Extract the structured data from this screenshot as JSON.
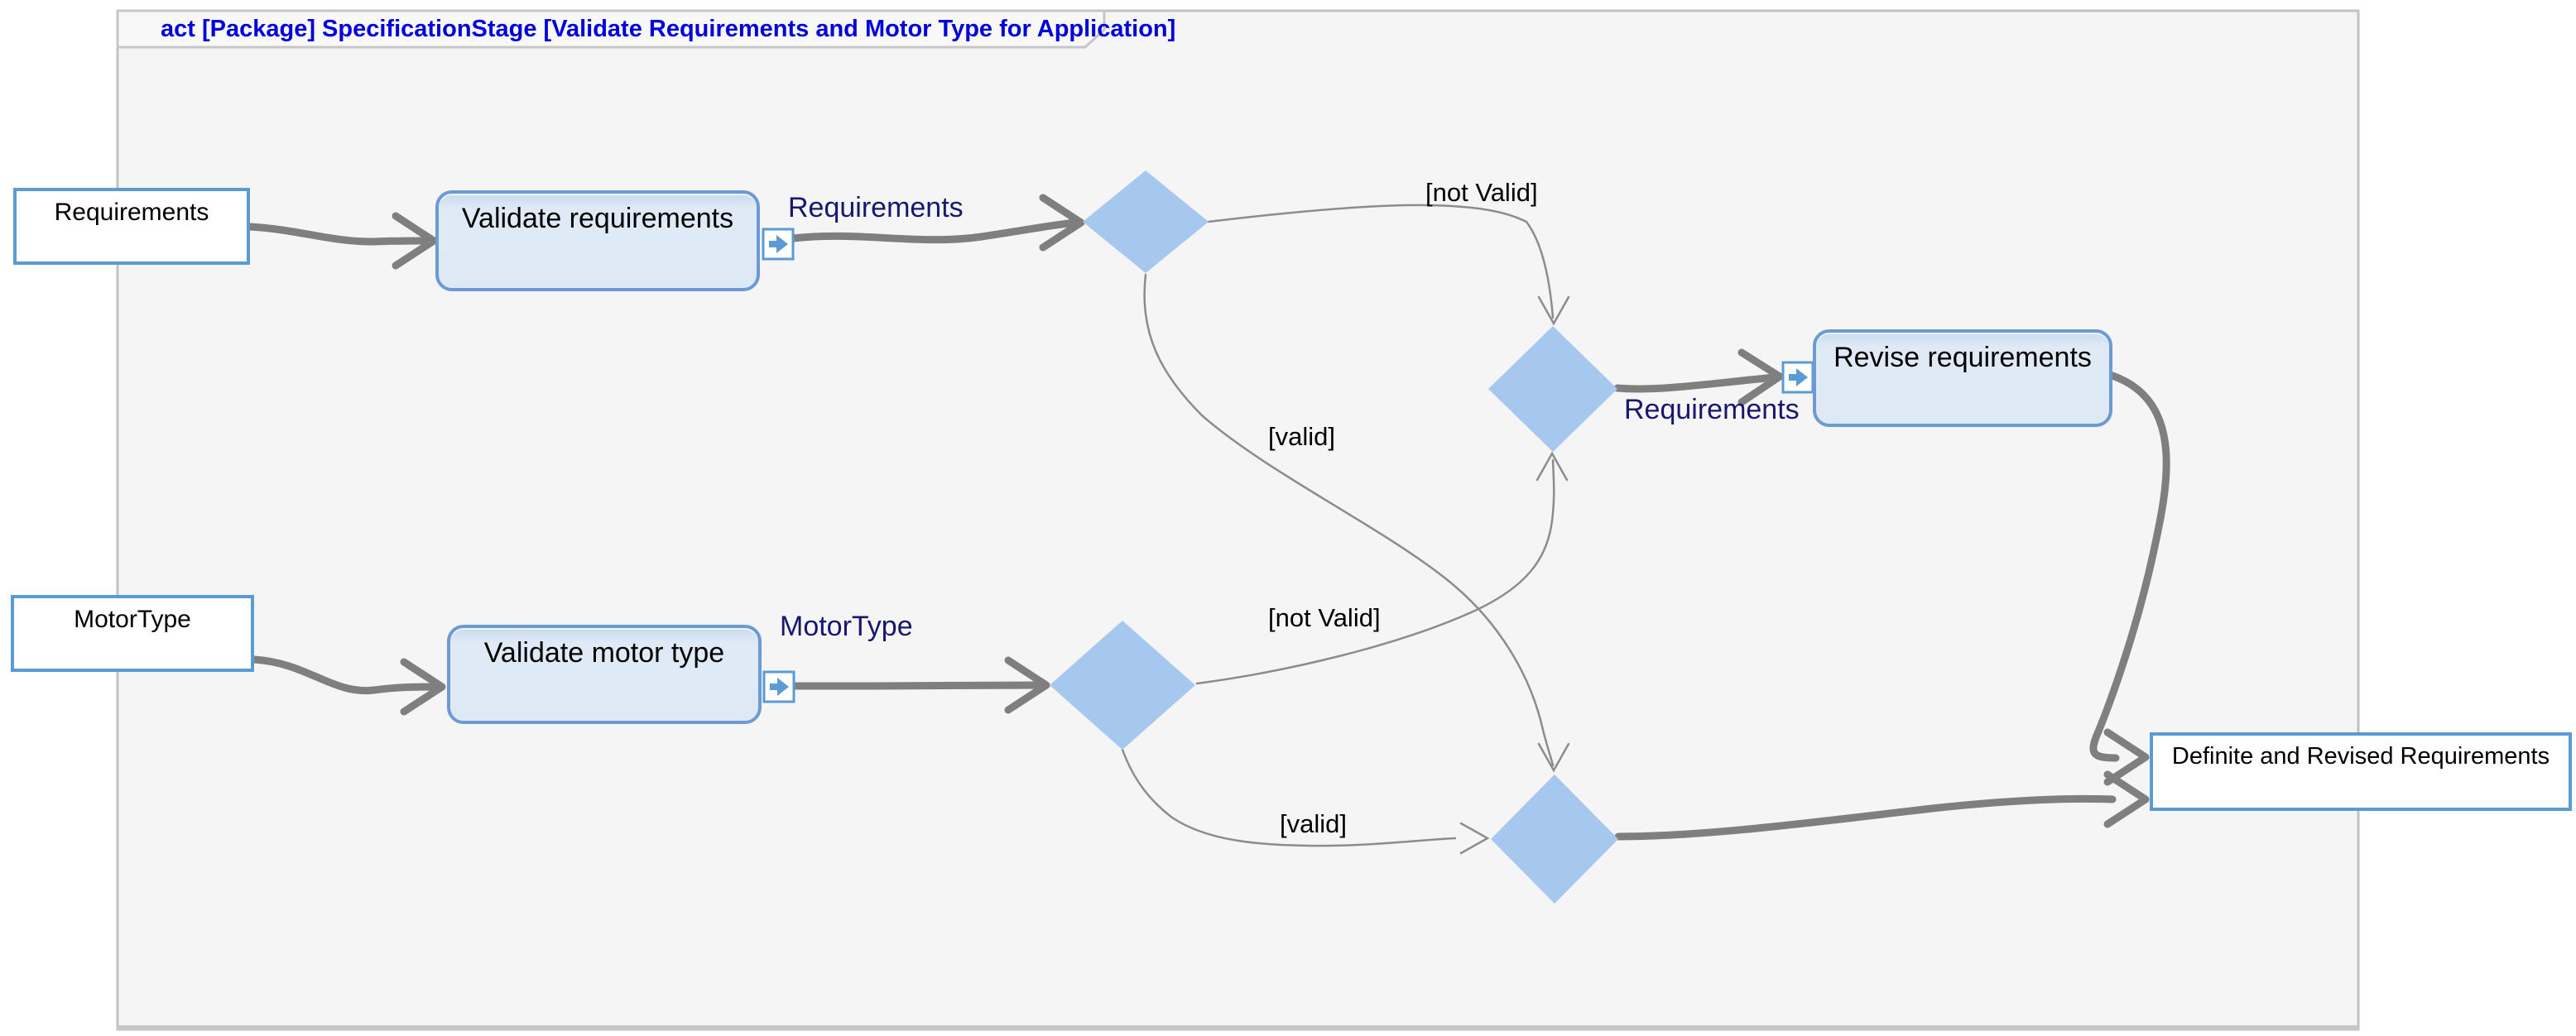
{
  "frame": {
    "title": "act [Package] SpecificationStage [Validate Requirements and Motor Type for Application]"
  },
  "nodes": {
    "requirements_input": {
      "label": "Requirements"
    },
    "motor_type_input": {
      "label": "MotorType"
    },
    "validate_requirements": {
      "label": "Validate requirements"
    },
    "validate_motor_type": {
      "label": "Validate motor type"
    },
    "revise_requirements": {
      "label": "Revise requirements"
    },
    "definite_output": {
      "label": "Definite and Revised Requirements"
    }
  },
  "edges": {
    "flow_labels": {
      "requirements_to_decision": "Requirements",
      "motor_type_to_decision": "MotorType",
      "merge_to_revise": "Requirements"
    },
    "guards": {
      "requirements_not_valid": "[not Valid]",
      "requirements_valid": "[valid]",
      "motor_not_valid": "[not Valid]",
      "motor_valid": "[valid]"
    }
  },
  "colors": {
    "accent_blue": "#5b9bd5",
    "action_border": "#6b9bd2",
    "action_fill": "#dde9f5",
    "diamond_fill": "#a6c8ef",
    "edge_gray": "#7f7f7f",
    "thin_edge_gray": "#8c8c8c",
    "title_blue": "#0000dd",
    "flow_label_navy": "#17176e",
    "frame_background": "#f5f5f6",
    "frame_border": "#c2c2c4"
  }
}
